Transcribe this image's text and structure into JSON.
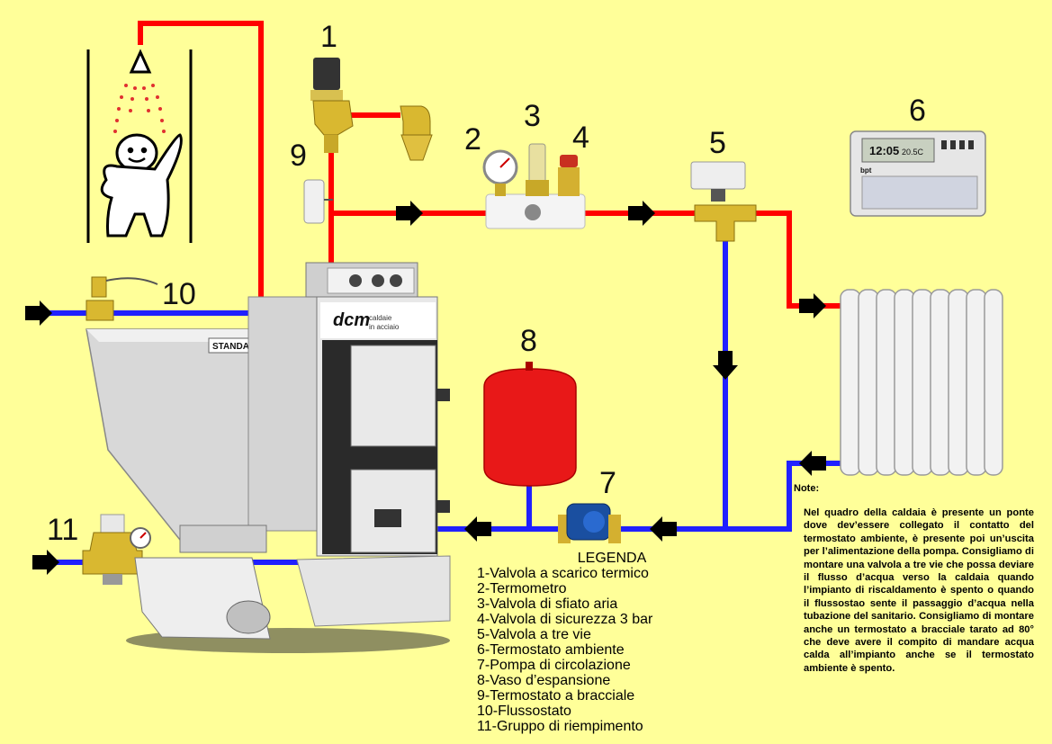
{
  "callouts": {
    "n1": "1",
    "n2": "2",
    "n3": "3",
    "n4": "4",
    "n5": "5",
    "n6": "6",
    "n7": "7",
    "n8": "8",
    "n9": "9",
    "n10": "10",
    "n11": "11"
  },
  "legend": {
    "title": "LEGENDA",
    "items": [
      "1-Valvola a scarico termico",
      "2-Termometro",
      "3-Valvola di sfiato aria",
      "4-Valvola di sicurezza 3 bar",
      "5-Valvola a tre vie",
      "6-Termostato ambiente",
      "7-Pompa di circolazione",
      "8-Vaso d’espansione",
      "9-Termostato a bracciale",
      "10-Flussostato",
      "11-Gruppo di riempimento"
    ]
  },
  "note": {
    "title": "Note:",
    "text": "Nel quadro della caldaia è presente un ponte dove dev’essere collegato il contatto del termostato ambiente, è presente poi un’uscita per l’alimentazione della pompa. Consigliamo di montare una valvola a tre vie che possa deviare il flusso d’acqua verso la caldaia quando l’impianto di riscaldamento è spento o quando il flussostao sente il passaggio d’acqua nella tubazione del sanitario. Consigliamo di montare anche un termostato a bracciale tarato ad 80° che deve avere il compito di mandare acqua calda all’impianto anche se il termostato ambiente è spento."
  },
  "boiler": {
    "brand_logo": "dcm",
    "brand_text": "caldaie",
    "brand_sub": "in acciaio",
    "hopper_label": "STANDARD"
  },
  "thermostat": {
    "time": "12:05",
    "temp": "20.5C",
    "brand": "bpt"
  },
  "colors": {
    "background": "#ffff99",
    "hot_pipe": "#ff0000",
    "cold_pipe": "#2020ff",
    "arrow": "#000000",
    "expansion_tank": "#e81818",
    "brass": "#d9b830"
  }
}
